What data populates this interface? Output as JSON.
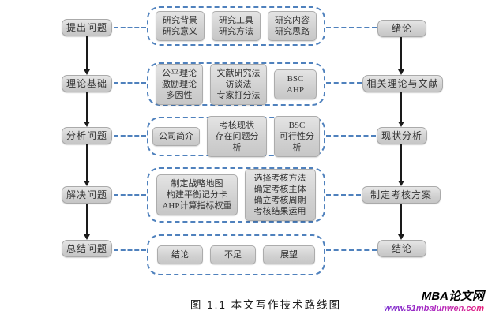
{
  "left_column": [
    {
      "label": "提出问题"
    },
    {
      "label": "理论基础"
    },
    {
      "label": "分析问题"
    },
    {
      "label": "解决问题"
    },
    {
      "label": "总结问题"
    }
  ],
  "right_column": [
    {
      "label": "绪论"
    },
    {
      "label": "相关理论与文献"
    },
    {
      "label": "现状分析"
    },
    {
      "label": "制定考核方案"
    },
    {
      "label": "结论"
    }
  ],
  "groups": [
    {
      "items": [
        "研究背景\n研究意义",
        "研究工具\n研究方法",
        "研究内容\n研究思路"
      ]
    },
    {
      "items": [
        "公平理论\n激励理论\n多因性",
        "文献研究法\n访谈法\n专家打分法",
        "BSC\nAHP"
      ]
    },
    {
      "items": [
        "公司简介",
        "考核现状\n存在问题分析",
        "BSC\n可行性分析"
      ]
    },
    {
      "items": [
        "制定战略地图\n构建平衡记分卡\nAHP计算指标权重",
        "选择考核方法\n确定考核主体\n确立考核周期\n考核结果运用"
      ]
    },
    {
      "items": [
        "结论",
        "不足",
        "展望"
      ]
    }
  ],
  "caption": "图 1.1 本文写作技术路线图",
  "watermark": {
    "site": "MBA论文网",
    "url": "www.51mbalunwen.com"
  },
  "colors": {
    "dashed_accent": "#4f81bd",
    "box_fill": "#d2d2d2",
    "box_border": "#aaaaaa",
    "arrow": "#1a1a1a",
    "url_gradient_start": "#7a2fd0",
    "url_gradient_end": "#e8217e"
  }
}
